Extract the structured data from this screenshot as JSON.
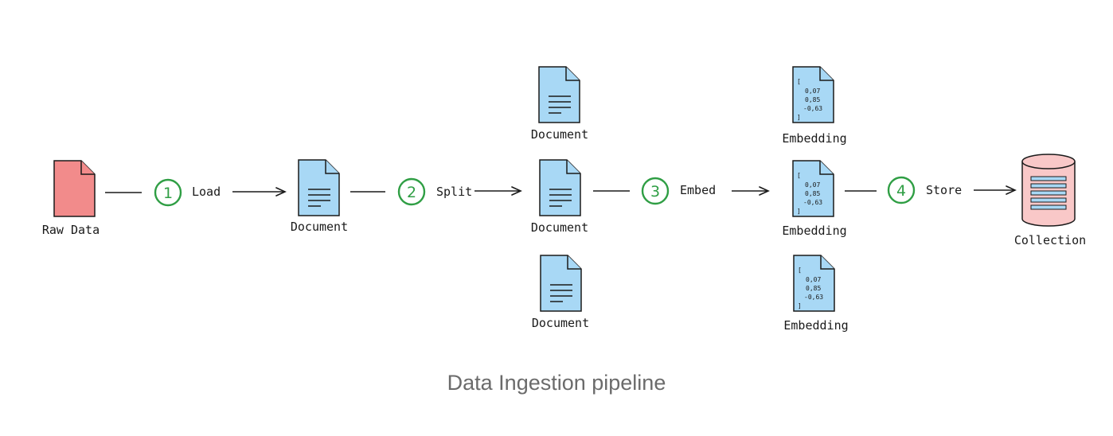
{
  "caption": "Data Ingestion pipeline",
  "colors": {
    "raw_data": "#f28b8b",
    "document": "#a8d8f5",
    "embedding": "#a8d8f5",
    "collection": "#f9c8c8",
    "step_circle": "#2f9e44",
    "ink": "#1a1a1a"
  },
  "source": {
    "label": "Raw Data"
  },
  "steps": [
    {
      "number": "1",
      "label": "Load"
    },
    {
      "number": "2",
      "label": "Split"
    },
    {
      "number": "3",
      "label": "Embed"
    },
    {
      "number": "4",
      "label": "Store"
    }
  ],
  "loaded_document": {
    "label": "Document"
  },
  "split_documents": [
    {
      "label": "Document"
    },
    {
      "label": "Document"
    },
    {
      "label": "Document"
    }
  ],
  "embeddings": [
    {
      "label": "Embedding",
      "values": [
        "[",
        "0,07",
        "0,85",
        "-0,63",
        "]"
      ]
    },
    {
      "label": "Embedding",
      "values": [
        "[",
        "0,07",
        "0,85",
        "-0,63",
        "]"
      ]
    },
    {
      "label": "Embedding",
      "values": [
        "[",
        "0,07",
        "0,85",
        "-0,63",
        "]"
      ]
    }
  ],
  "destination": {
    "label": "Collection"
  }
}
